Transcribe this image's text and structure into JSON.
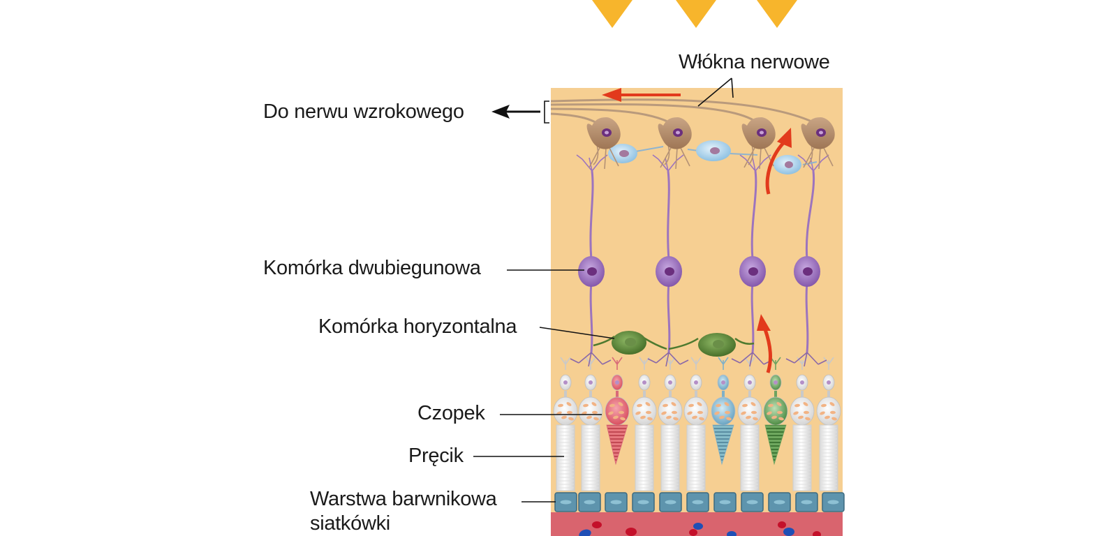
{
  "labels": {
    "nerve_fibers": "Włókna nerwowe",
    "optic_nerve": "Do nerwu wzrokowego",
    "bipolar_cell": "Komórka dwubiegunowa",
    "horizontal_cell": "Komórka horyzontalna",
    "cone": "Czopek",
    "rod": "Pręcik",
    "pigment_layer_line1": "Warstwa barwnikowa",
    "pigment_layer_line2": "siatkówki"
  },
  "colors": {
    "retina_background": "#f6cf92",
    "choroid": "#d9646e",
    "light_triangles": "#f7b52c",
    "signal_arrows": "#e23a1c",
    "ganglion_cells": "#b58c6a",
    "amacrine_cells": "#a9d1ec",
    "bipolar_cells": "#9b72bd",
    "horizontal_cells": "#5d8a3a",
    "rods": "#f4f4f4",
    "red_cone": "#e96f7c",
    "blue_cone": "#79b0cb",
    "green_cone": "#5e9a55",
    "pigment_epithelium": "#5e94ad"
  }
}
